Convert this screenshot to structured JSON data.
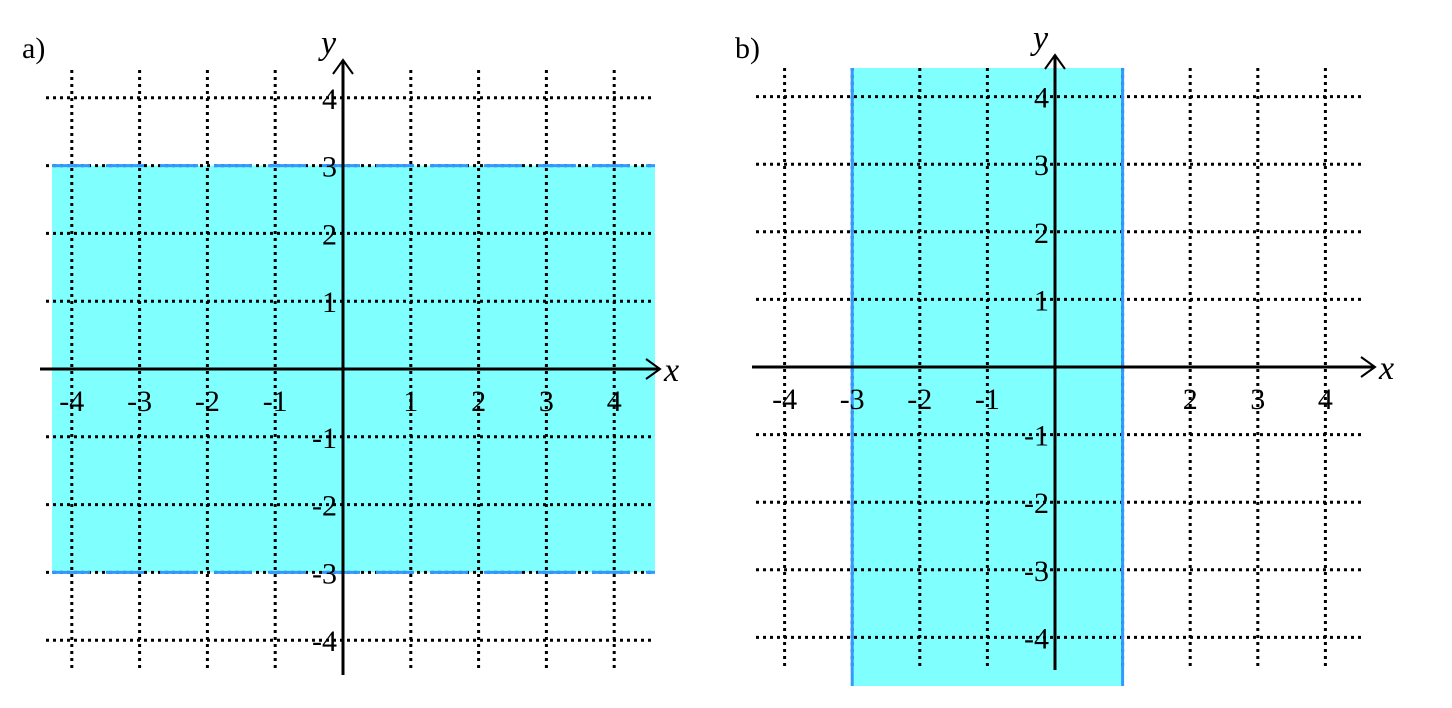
{
  "chart_data": [
    {
      "type": "region",
      "panel_label": "a)",
      "xlabel": "x",
      "ylabel": "y",
      "x_ticks": [
        "-4",
        "-3",
        "-2",
        "-1",
        "1",
        "2",
        "3",
        "4"
      ],
      "y_ticks": [
        "4",
        "3",
        "2",
        "1",
        "-1",
        "-2",
        "-3",
        "-4"
      ],
      "xlim": [
        -4.5,
        4.5
      ],
      "ylim": [
        -4.5,
        4.5
      ],
      "grid": "dotted",
      "shaded_region": {
        "y_min": -3,
        "y_max": 3,
        "boundary": "dashed"
      },
      "fill_color": "#80ffff",
      "boundary_color": "#3399ff"
    },
    {
      "type": "region",
      "panel_label": "b)",
      "xlabel": "x",
      "ylabel": "y",
      "x_ticks": [
        "-4",
        "-3",
        "-2",
        "-1",
        "2",
        "3",
        "4"
      ],
      "y_ticks": [
        "4",
        "3",
        "2",
        "1",
        "-1",
        "-2",
        "-3",
        "-4"
      ],
      "xlim": [
        -4.5,
        4.5
      ],
      "ylim": [
        -4.5,
        4.5
      ],
      "grid": "dotted",
      "shaded_region": {
        "x_min": -3,
        "x_max": 1,
        "boundary": "solid"
      },
      "fill_color": "#80ffff",
      "boundary_color": "#3399ff"
    }
  ]
}
